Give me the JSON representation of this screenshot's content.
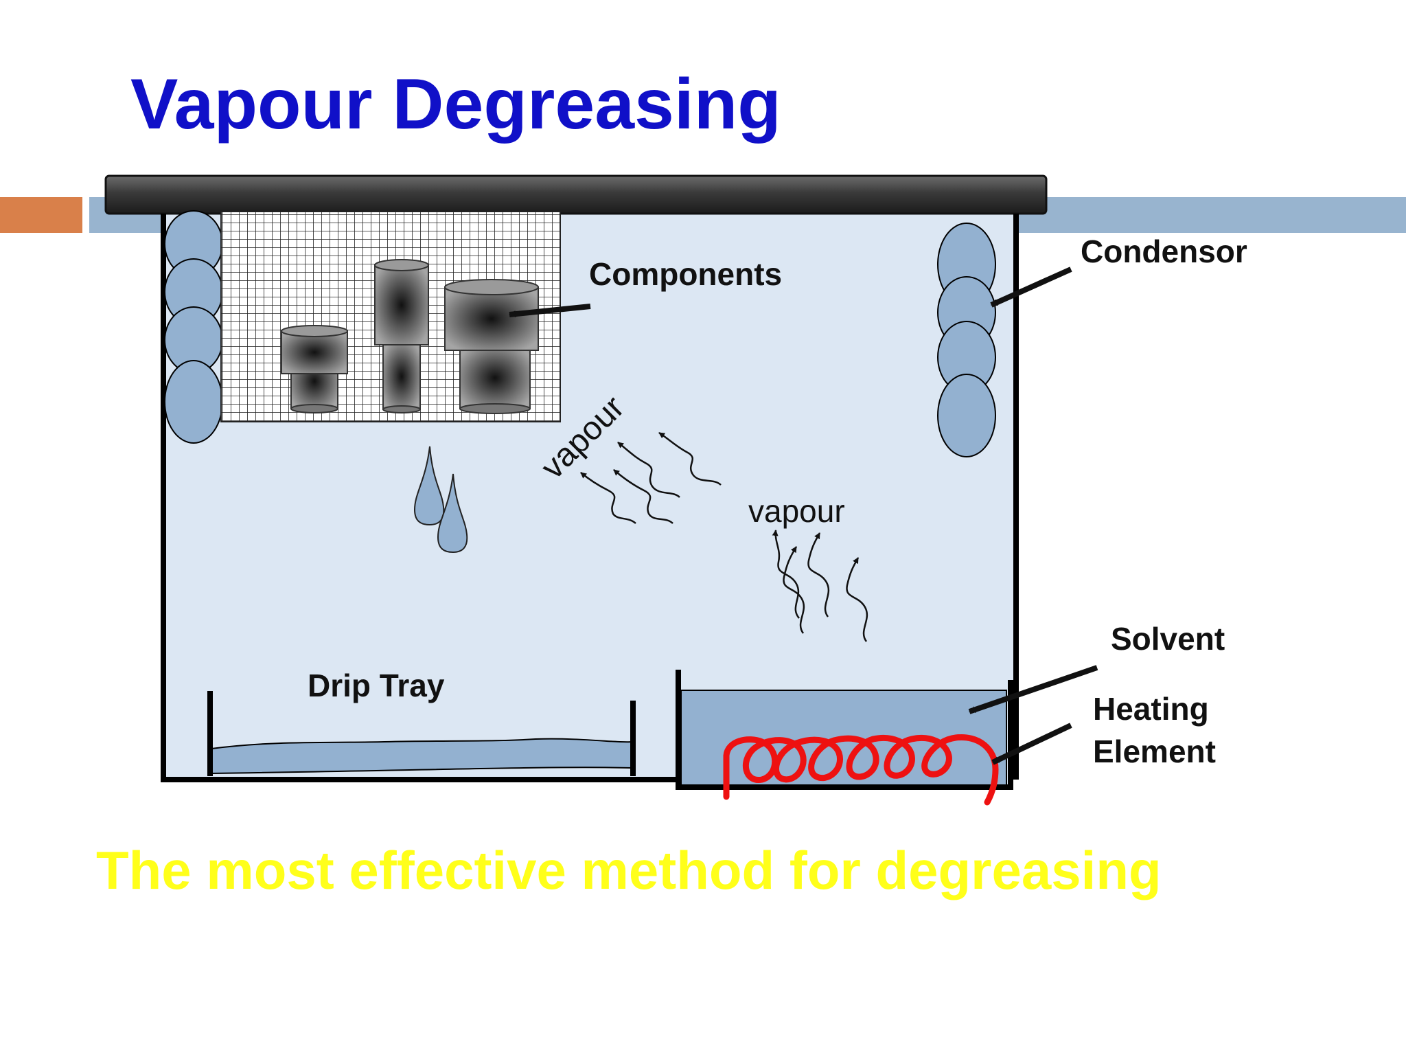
{
  "slide": {
    "title": "Vapour Degreasing",
    "caption": "The most effective method for degreasing"
  },
  "diagram": {
    "labels": {
      "components": "Components",
      "condensor": "Condensor",
      "vapour_rotated": "vapour",
      "vapour": "vapour",
      "drip_tray": "Drip Tray",
      "solvent": "Solvent",
      "heating_element_line1": "Heating",
      "heating_element_line2": "Element"
    }
  },
  "colors": {
    "title": "#1010c8",
    "caption": "#ffff1a",
    "accent_orange": "#d9804a",
    "accent_bar_blue": "#98b4cf",
    "chamber_fill": "#dce7f3",
    "liquid": "#93b1d0",
    "heating_coil": "#ee1111"
  }
}
